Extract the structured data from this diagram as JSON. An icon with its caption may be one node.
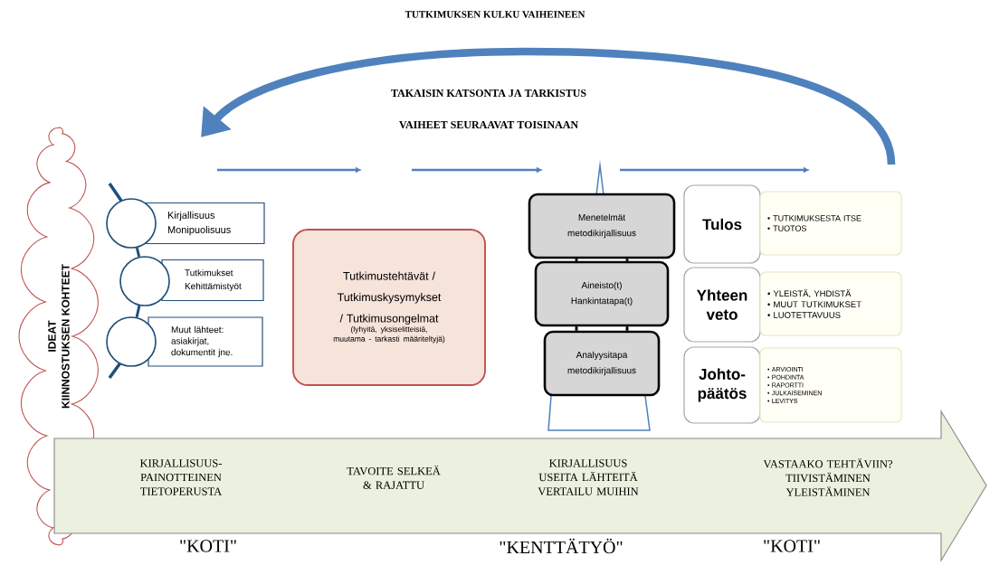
{
  "diagram": {
    "title": "TUTKIMUKSEN KULKU VAIHEINEEN",
    "nodes": [
      {
        "text": [
          "IDEAT",
          "KIINNOSTUKSEN KOHTEET"
        ]
      },
      {
        "text": [],
        "shape": "circle"
      },
      {
        "text": [
          "Kirjallisuus",
          "Monipuolisuus"
        ]
      },
      {
        "text": [],
        "shape": "circle"
      },
      {
        "text": [
          "Tutkimukset",
          "Kehittämistyöt"
        ]
      },
      {
        "text": [],
        "shape": "circle"
      },
      {
        "text": [
          "Muut lähteet: asiakirjat, dokumentit jne."
        ]
      },
      {
        "text": [
          "Tutkimustehtävät / Tutkimuskysymykset / Tutkimusongelmat",
          "(lyhyitä, yksiselitteisiä, muutama - tarkasti määriteltyjä)"
        ]
      },
      {
        "text": [
          "Menetelmät",
          "metodikirjallisuus"
        ]
      },
      {
        "text": [
          "Aineisto(t)",
          "Hankintatapa(t)"
        ]
      },
      {
        "text": [
          "Analyysitapa",
          "metodikirjallisuus"
        ]
      },
      {
        "text": [
          "Tulos"
        ]
      },
      {
        "text": [
          "• TUTKIMUKSESTA ITSE",
          "• TUOTOS"
        ]
      },
      {
        "text": [
          "Yhteen veto"
        ]
      },
      {
        "text": [
          "• YLEISTÄ, YHDISTÄ",
          "• MUUT TUTKIMUKSET",
          "• LUOTETTAVUUS"
        ]
      },
      {
        "text": [
          "Johto-päätös"
        ]
      },
      {
        "text": [
          "• ARVIOINTI",
          "• POHDINTA",
          "• RAPORTTI",
          "• JULKAISEMINEN",
          "• LEVITYS"
        ]
      },
      {
        "text": [
          "KIRJALLISUUS-PAINOTTEINEN TIETOPERUSTA",
          "TAVOITE SELKEÄ & RAJATTU",
          "KIRJALLISUUS USEITA LÄHTEITÄ VERTAILU MUIHIN",
          "VASTAAKO TEHTÄVIIN? TIIVISTÄMINEN YLEISTÄMINEN"
        ]
      }
    ],
    "edges": [
      {
        "from": 1,
        "to": 3,
        "arrow": "none"
      },
      {
        "from": 3,
        "to": 5,
        "arrow": "none"
      },
      {
        "from": 8,
        "to": 9,
        "arrow": "none",
        "color": "#000000"
      },
      {
        "from": 9,
        "to": 10,
        "arrow": "none",
        "color": "#000000"
      }
    ],
    "labels": [
      "TAKAISIN KATSONTA JA TARKISTUS",
      "VAIHEET SEURAAVAT TOISINAAN",
      "\"KOTI\"",
      "\"KENTTÄTYÖ\"",
      "\"KOTI\""
    ]
  }
}
